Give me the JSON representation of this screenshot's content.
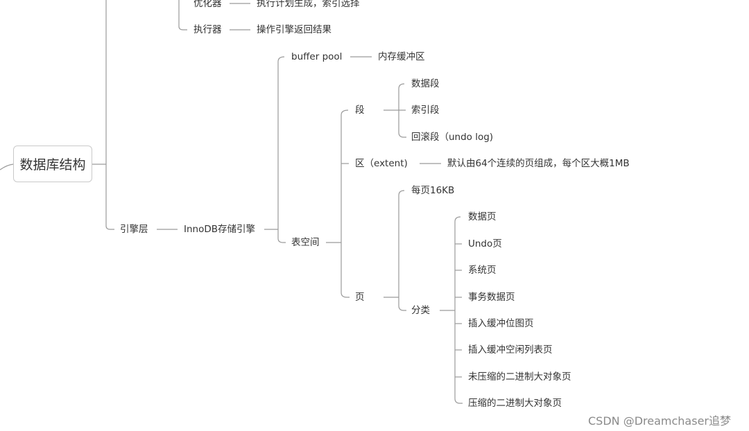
{
  "root": "数据库结构",
  "top_branch": [
    {
      "name": "优化器",
      "desc": "执行计划生成，索引选择"
    },
    {
      "name": "执行器",
      "desc": "操作引擎返回结果"
    }
  ],
  "engine_layer": {
    "label": "引擎层",
    "engine": "InnoDB存储引擎",
    "buffer_pool": {
      "name": "buffer pool",
      "desc": "内存缓冲区"
    },
    "tablespace": {
      "label": "表空间",
      "segment": {
        "label": "段",
        "items": [
          "数据段",
          "索引段",
          "回滚段（undo log)"
        ]
      },
      "extent": {
        "label": "区（extent)",
        "desc": "默认由64个连续的页组成，每个区大概1MB"
      },
      "page": {
        "label": "页",
        "size": "每页16KB",
        "category": {
          "label": "分类",
          "items": [
            "数据页",
            "Undo页",
            "系统页",
            "事务数据页",
            "插入缓冲位图页",
            "插入缓冲空闲列表页",
            "未压缩的二进制大对象页",
            "压缩的二进制大对象页"
          ]
        }
      }
    }
  },
  "watermark": "CSDN @Dreamchaser追梦"
}
